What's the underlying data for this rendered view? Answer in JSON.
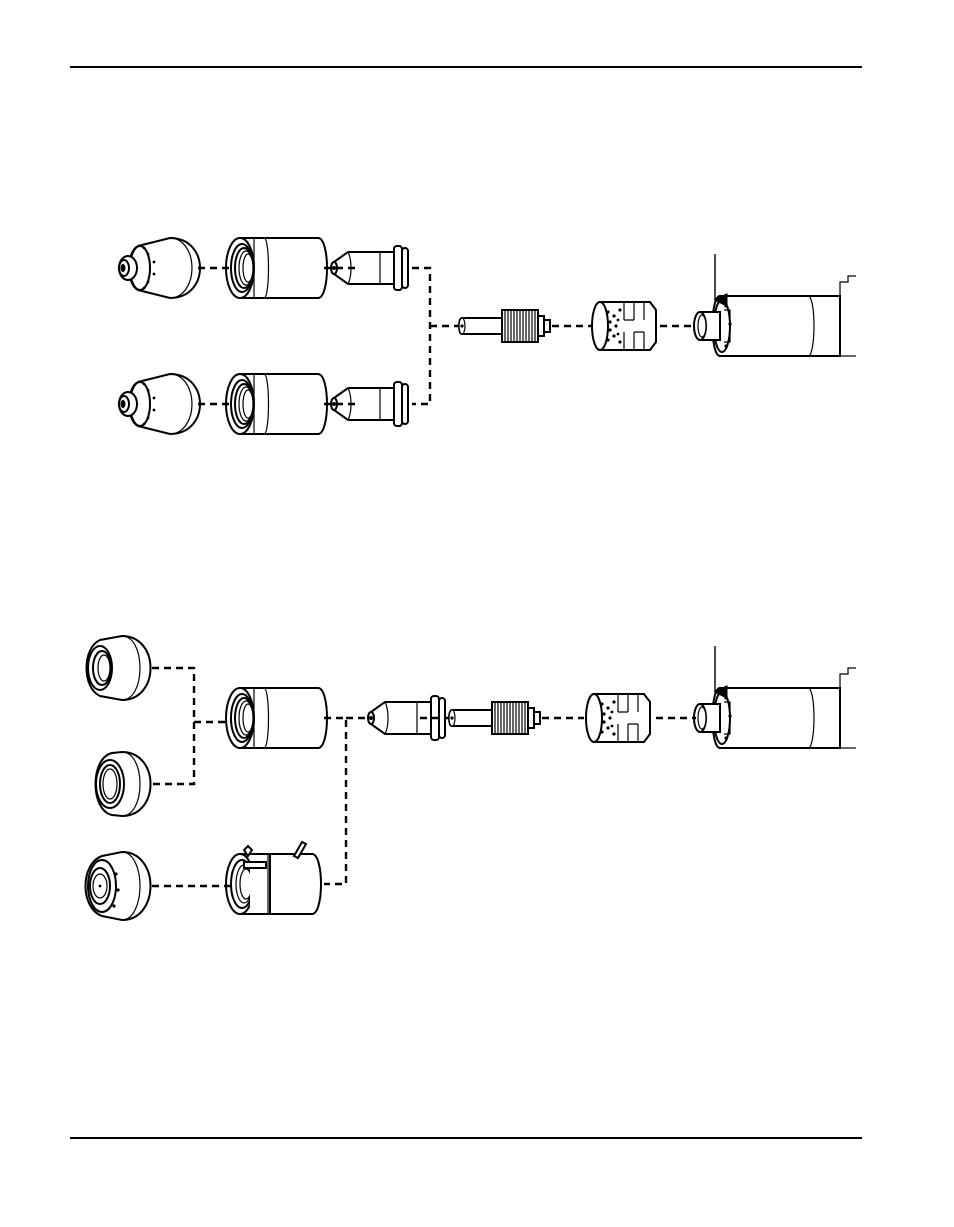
{
  "page": {
    "background": "#ffffff",
    "rule_color": "#000000"
  },
  "diagram": {
    "kind": "exploded consumable parts diagram (plasma torch)",
    "assemblies": [
      {
        "id": "assembly-top",
        "parts": [
          "shield",
          "shield",
          "retaining-cap",
          "retaining-cap",
          "nozzle",
          "nozzle",
          "electrode",
          "swirl-ring",
          "torch-body"
        ],
        "arrow": "pointing-down-to-torch"
      },
      {
        "id": "assembly-bottom",
        "parts": [
          "shield",
          "shield",
          "shield",
          "retaining-cap",
          "retaining-cap-with-ohmic-clip",
          "nozzle",
          "electrode",
          "swirl-ring",
          "torch-body"
        ],
        "arrow": "pointing-down-to-torch"
      }
    ]
  }
}
